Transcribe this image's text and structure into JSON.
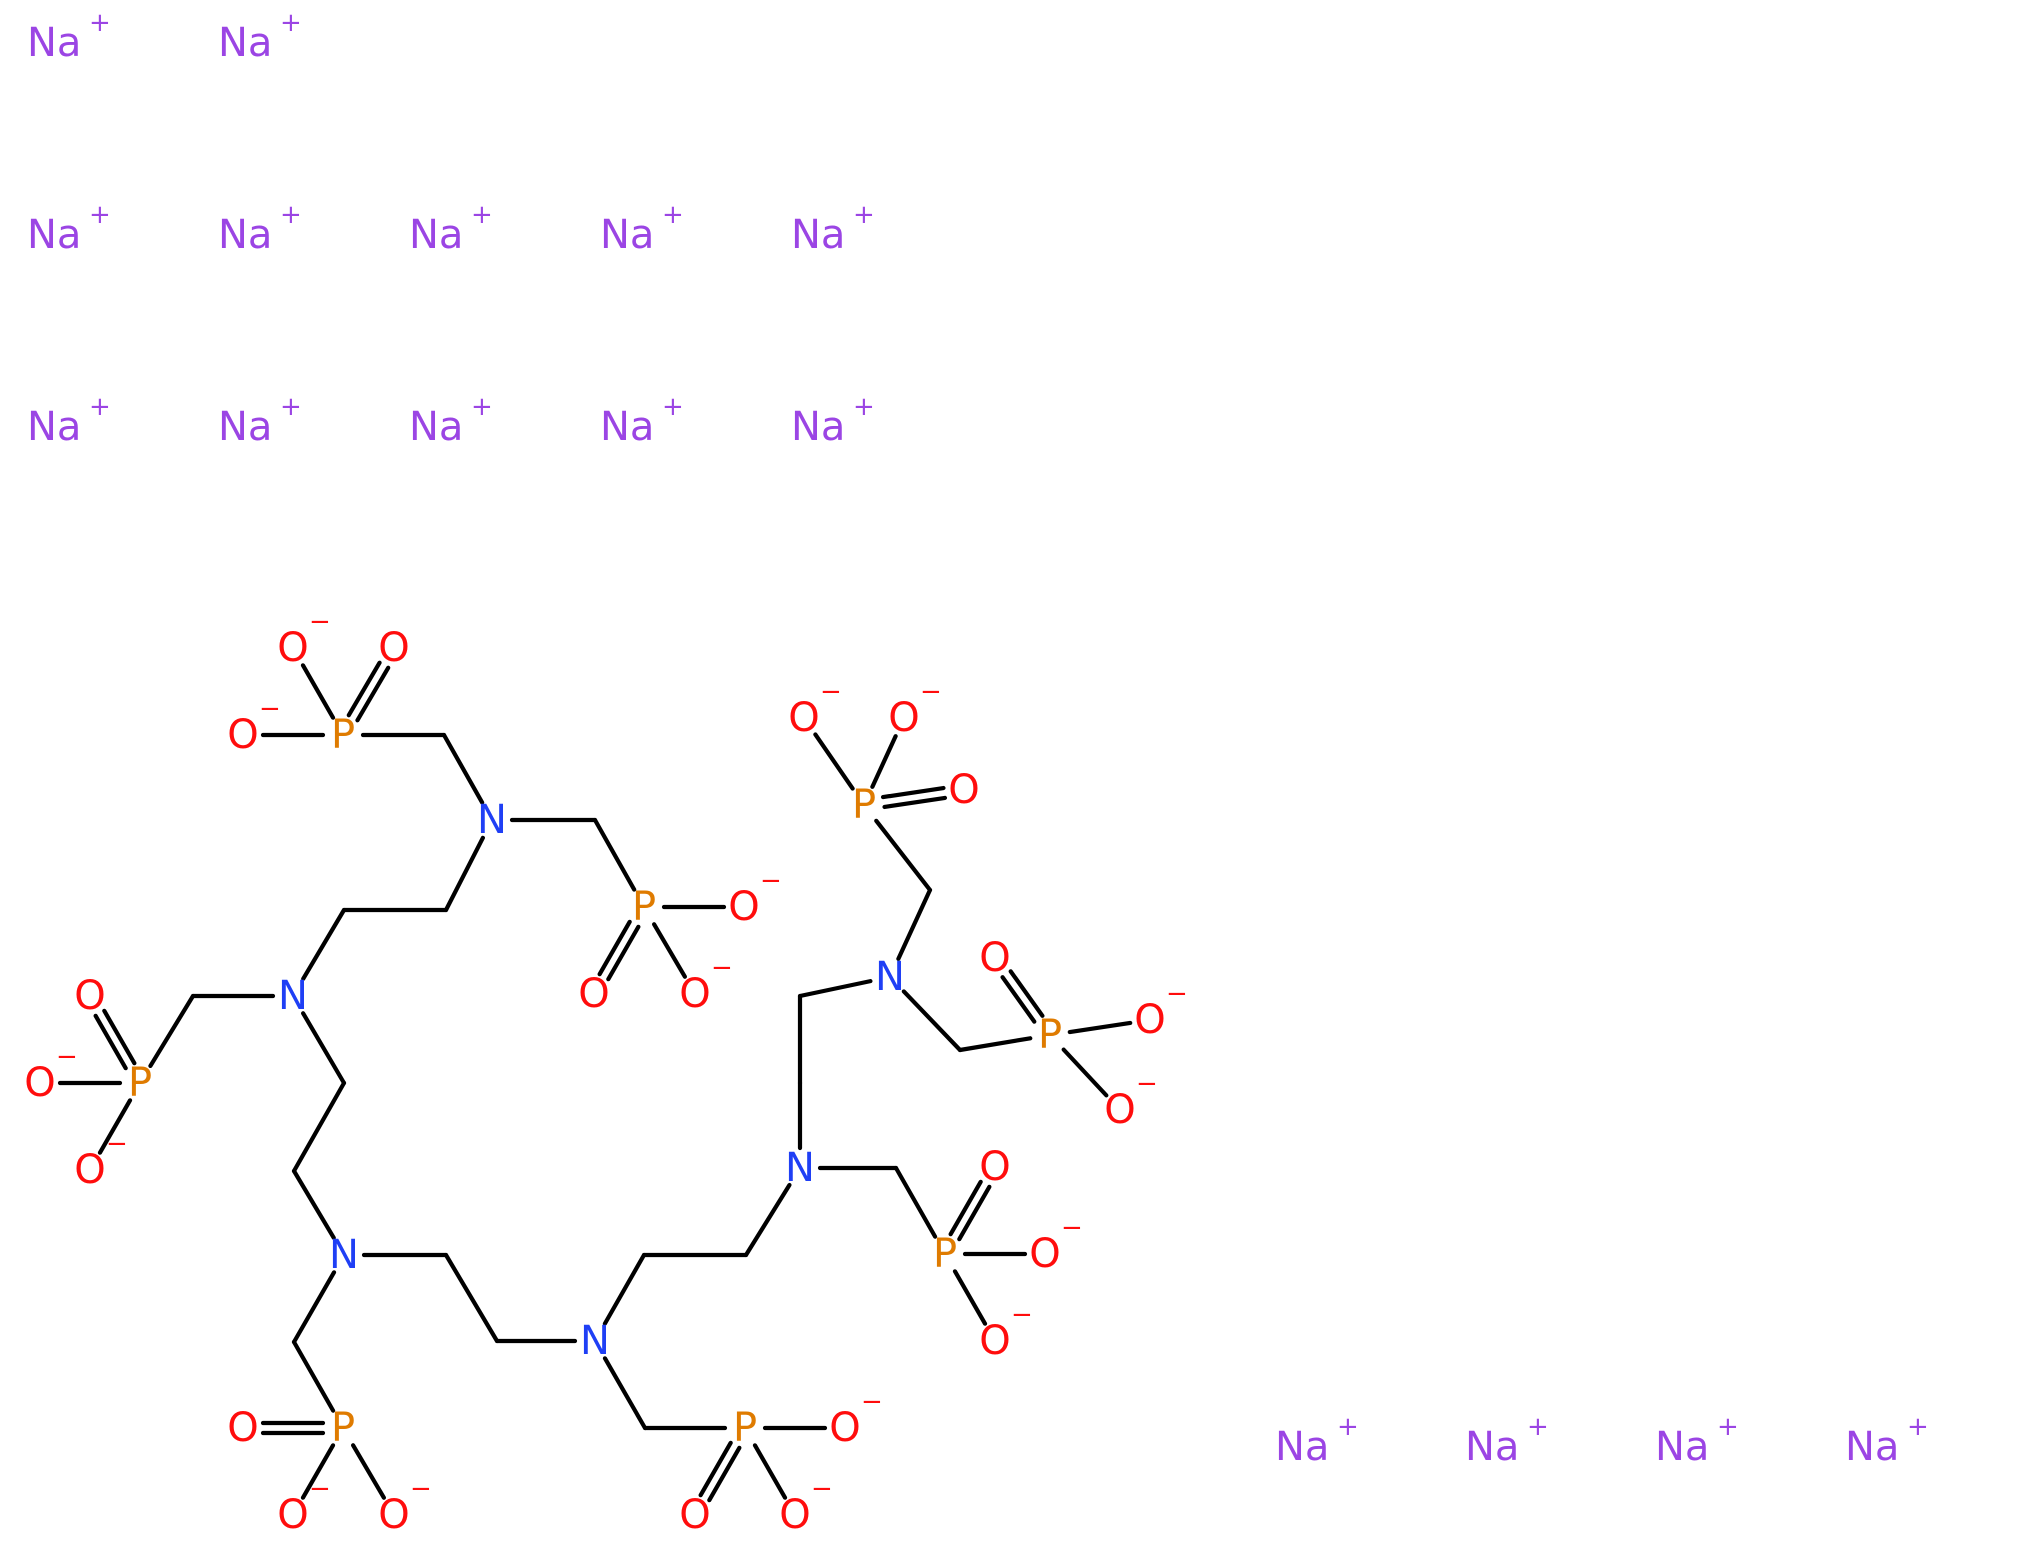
{
  "colors": {
    "sodium": "#9b45e4",
    "nitrogen": "#1f3ff5",
    "oxygen": "#ff0d0d",
    "phosphorus": "#df7b00",
    "bond": "#000000",
    "background": "#ffffff"
  },
  "labels": {
    "sodium": "Na",
    "nitrogen": "N",
    "oxygen": "O",
    "phosphorus": "P",
    "plus": "+",
    "minus": "−"
  },
  "sodium_count": 16,
  "nitrogen_count": 6,
  "phosphorus_count": 8,
  "oxygen_count": 24,
  "anionic_oxygen_count": 16
}
